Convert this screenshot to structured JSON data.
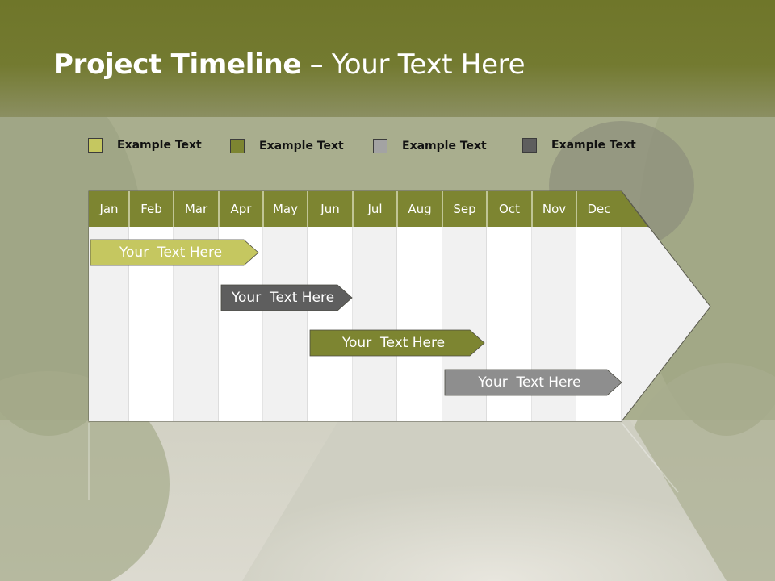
{
  "slide": {
    "title_bold": "Project Timeline",
    "title_rest": " – Your Text Here"
  },
  "legend": [
    {
      "label": "Example Text",
      "color": "#c5c760"
    },
    {
      "label": "Example Text",
      "color": "#7d8531"
    },
    {
      "label": "Example Text",
      "color": "#a3a3a3"
    },
    {
      "label": "Example Text",
      "color": "#5e5e5e"
    }
  ],
  "timeline": {
    "months": [
      "Jan",
      "Feb",
      "Mar",
      "Apr",
      "May",
      "Jun",
      "Jul",
      "Aug",
      "Sep",
      "Oct",
      "Nov",
      "Dec"
    ],
    "header_color": "#7d8531",
    "tasks": [
      {
        "label": "Your  Text Here",
        "start_month": "Jan",
        "end_month": "Apr",
        "color": "#c5c760"
      },
      {
        "label": "Your  Text Here",
        "start_month": "Apr",
        "end_month": "Jun",
        "color": "#5e5e5e"
      },
      {
        "label": "Your  Text Here",
        "start_month": "Jun",
        "end_month": "Sep",
        "color": "#7d8531"
      },
      {
        "label": "Your  Text Here",
        "start_month": "Sep",
        "end_month": "Dec",
        "color": "#8e8e8e"
      }
    ]
  }
}
